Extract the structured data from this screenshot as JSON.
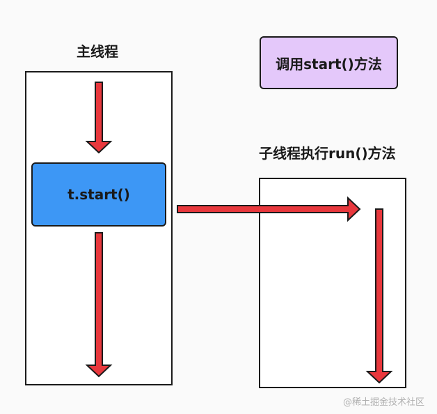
{
  "main_thread": {
    "title": "主线程",
    "call_label": "t.start()"
  },
  "legend": {
    "note": "调用start()方法"
  },
  "child_thread": {
    "title": "子线程执行run()方法"
  },
  "watermark": "@稀土掘金技术社区",
  "colors": {
    "arrow_fill": "#e8383d",
    "arrow_stroke": "#1a1a1a",
    "call_box": "#3d97f5",
    "note_box": "#e4c8fa"
  }
}
